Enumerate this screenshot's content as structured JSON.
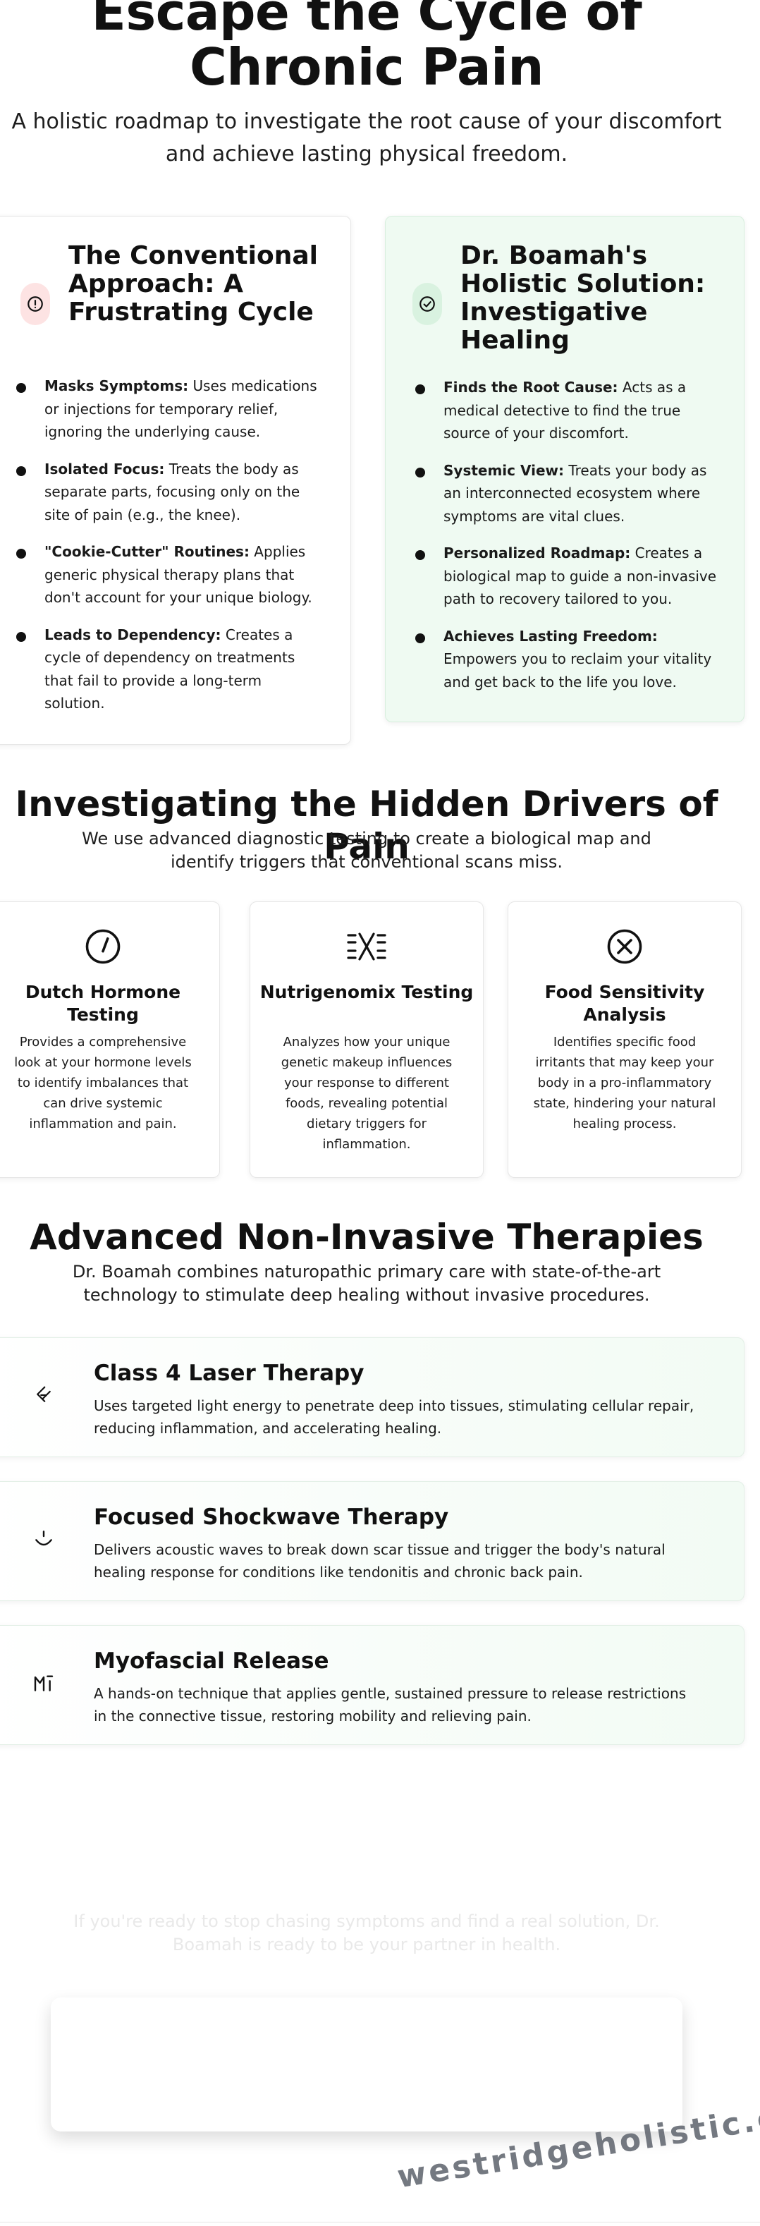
{
  "hero": {
    "title": "Escape the Cycle of Chronic Pain",
    "subtitle": "A holistic roadmap to investigate the root cause of your discomfort and achieve lasting physical freedom."
  },
  "comparison": {
    "conventional": {
      "icon": "alert-circle-icon",
      "title": "The Conventional Approach: A Frustrating Cycle",
      "items": [
        {
          "label": "Masks Symptoms:",
          "text": " Uses medications or injections for temporary relief, ignoring the underlying cause."
        },
        {
          "label": "Isolated Focus:",
          "text": " Treats the body as separate parts, focusing only on the site of pain (e.g., the knee)."
        },
        {
          "label": "\"Cookie-Cutter\" Routines:",
          "text": " Applies generic physical therapy plans that don't account for your unique biology."
        },
        {
          "label": "Leads to Dependency:",
          "text": " Creates a cycle of dependency on treatments that fail to provide a long-term solution."
        }
      ]
    },
    "holistic": {
      "icon": "check-circle-icon",
      "title": "Dr. Boamah's Holistic Solution: Investigative Healing",
      "items": [
        {
          "label": "Finds the Root Cause:",
          "text": " Acts as a medical detective to find the true source of your discomfort."
        },
        {
          "label": "Systemic View:",
          "text": " Treats your body as an interconnected ecosystem where symptoms are vital clues."
        },
        {
          "label": "Personalized Roadmap:",
          "text": " Creates a biological map to guide a non-invasive path to recovery tailored to you."
        },
        {
          "label": "Achieves Lasting Freedom:",
          "text": " Empowers you to reclaim your vitality and get back to the life you love."
        }
      ]
    }
  },
  "drivers": {
    "title": "Investigating the Hidden Drivers of Pain",
    "subtitle": "We use advanced diagnostic testing to create a biological map and identify triggers that conventional scans miss.",
    "tests": [
      {
        "icon": "gauge-icon",
        "title": "Dutch Hormone Testing",
        "desc": "Provides a comprehensive look at your hormone levels to identify imbalances that can drive systemic inflammation and pain."
      },
      {
        "icon": "dna-icon",
        "title": "Nutrigenomix Testing",
        "desc": "Analyzes how your unique genetic makeup influences your response to different foods, revealing potential dietary triggers for inflammation."
      },
      {
        "icon": "x-circle-icon",
        "title": "Food Sensitivity Analysis",
        "desc": "Identifies specific food irritants that may keep your body in a pro-inflammatory state, hindering your natural healing process."
      }
    ]
  },
  "therapies": {
    "title": "Advanced Non-Invasive Therapies",
    "subtitle": "Dr. Boamah combines naturopathic primary care with state-of-the-art technology to stimulate deep healing without invasive procedures.",
    "items": [
      {
        "icon": "laser-icon",
        "title": "Class 4 Laser Therapy",
        "desc": "Uses targeted light energy to penetrate deep into tissues, stimulating cellular repair, reducing inflammation, and accelerating healing."
      },
      {
        "icon": "wave-icon",
        "title": "Focused Shockwave Therapy",
        "desc": "Delivers acoustic waves to break down scar tissue and trigger the body's natural healing response for conditions like tendonitis and chronic back pain."
      },
      {
        "icon": "hands-icon",
        "title": "Myofascial Release",
        "desc": "A hands-on technique that applies gentle, sustained pressure to release restrictions in the connective tissue, restoring mobility and relieving pain."
      }
    ]
  },
  "cta": {
    "text": "If you're ready to stop chasing symptoms and find a real solution, Dr. Boamah is ready to be your partner in health."
  },
  "watermark": "westridgeholistic.com",
  "colors": {
    "conventional_badge": "#fde3e3",
    "conventional_icon": "#b4232a",
    "holistic_card": "#effaf2",
    "holistic_badge": "#d9f2e0",
    "holistic_icon": "#1f6f3a"
  }
}
